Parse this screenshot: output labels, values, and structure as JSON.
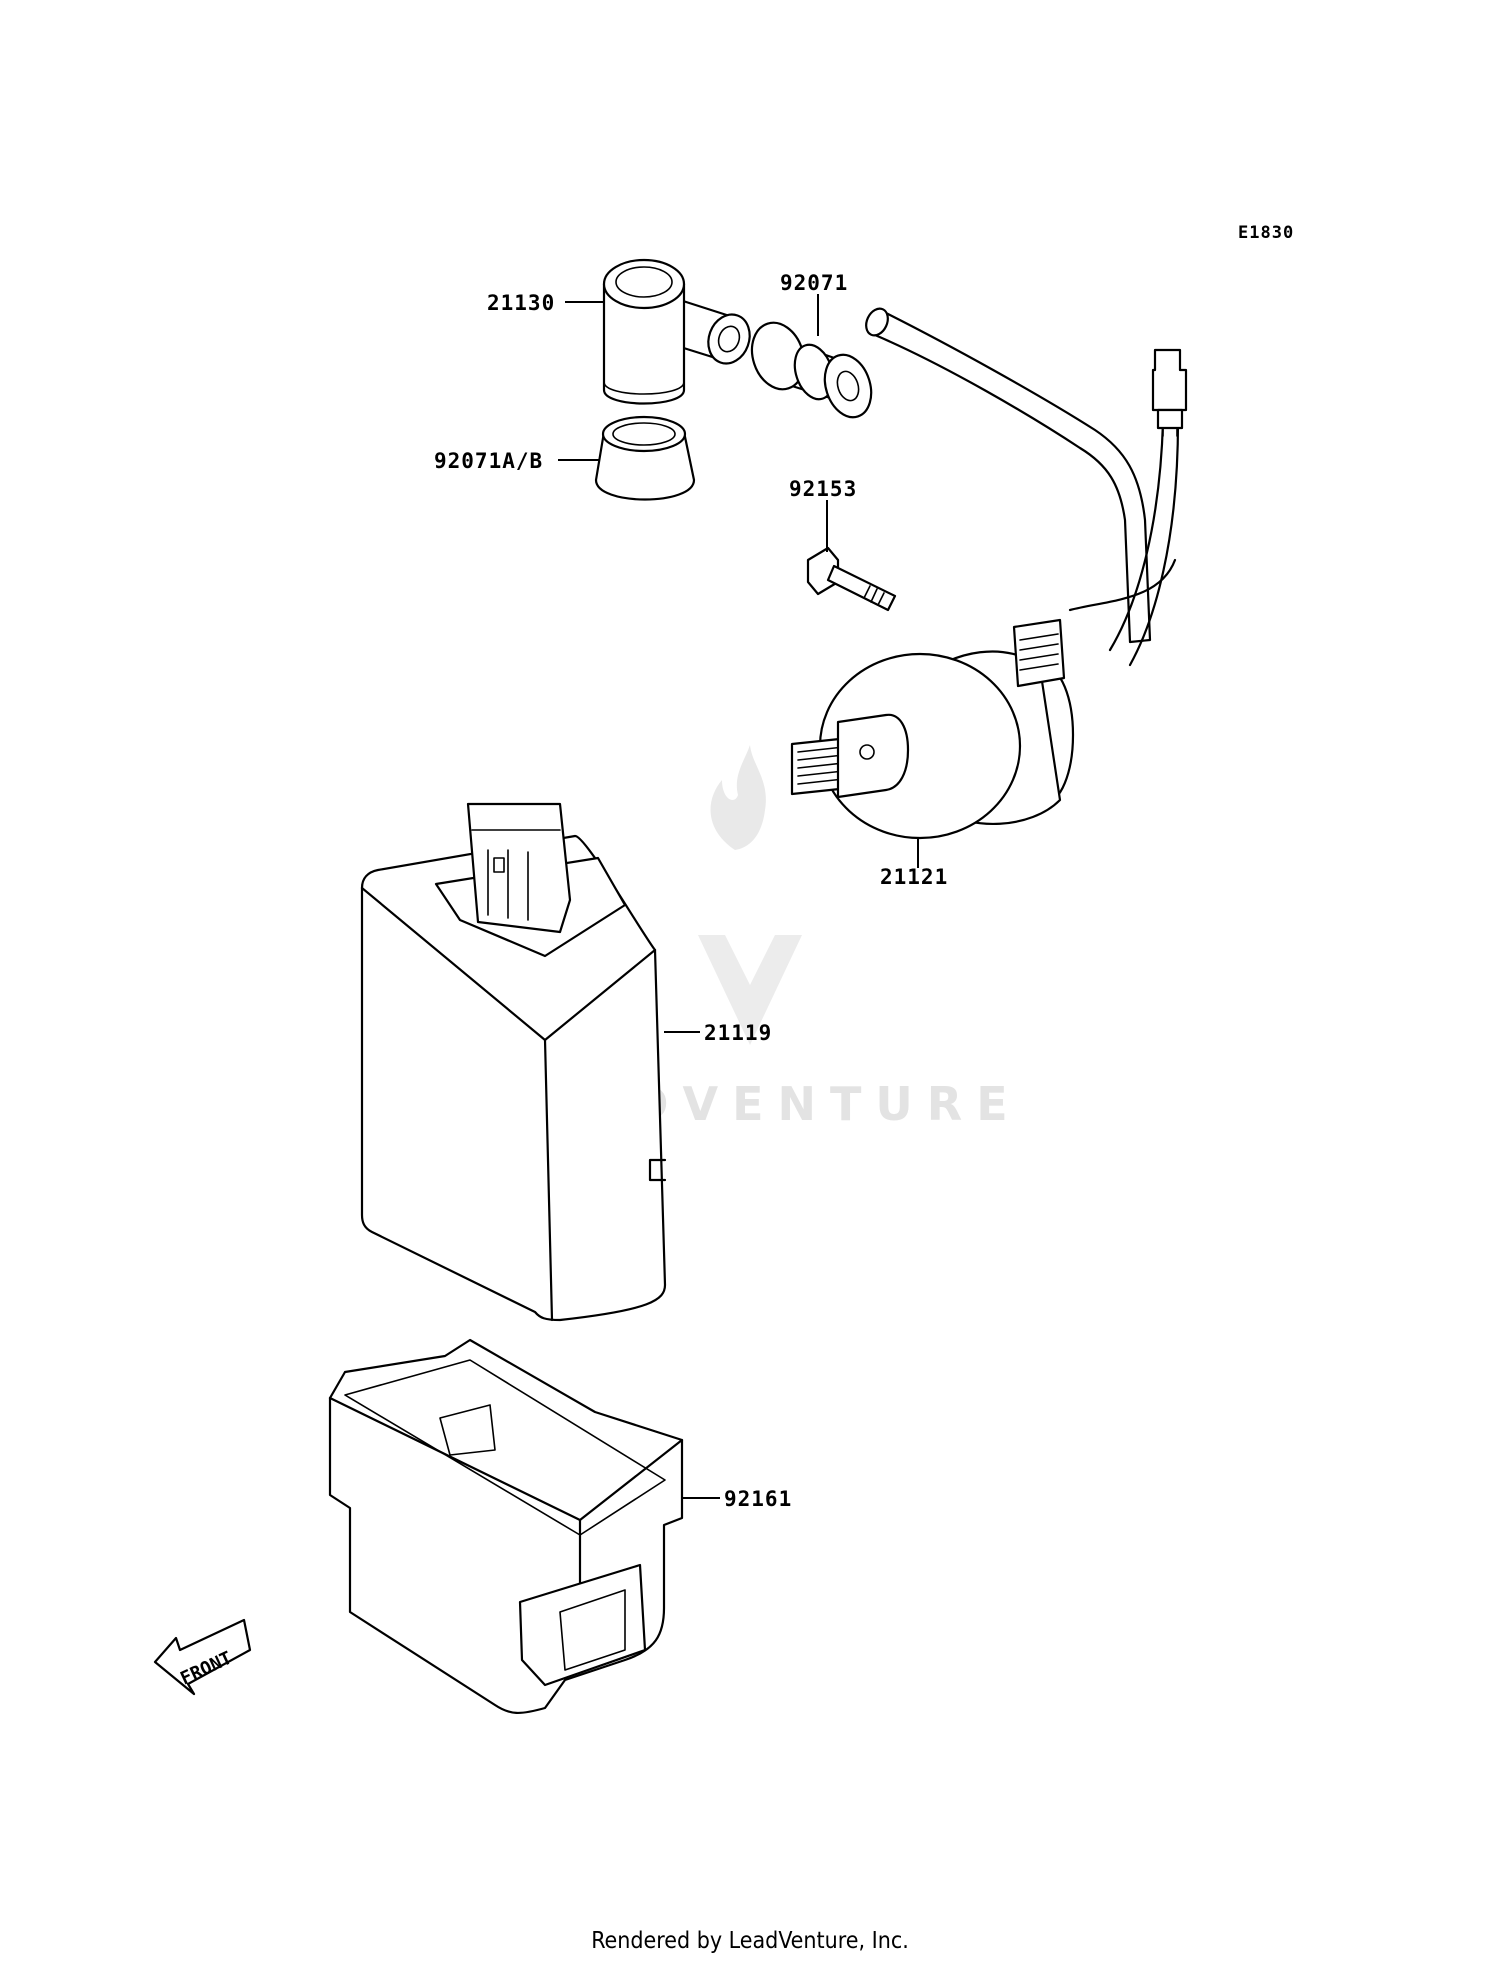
{
  "diagram_code": "E1830",
  "callouts": {
    "p21130": "21130",
    "p92071": "92071",
    "p92071ab": "92071A/B",
    "p92153": "92153",
    "p21121": "21121",
    "p21119": "21119",
    "p92161": "92161"
  },
  "direction_arrow": {
    "label": "FRONT"
  },
  "watermark": {
    "text": "LEADVENTURE"
  },
  "footer": {
    "rendered_by": "Rendered by LeadVenture, Inc."
  }
}
